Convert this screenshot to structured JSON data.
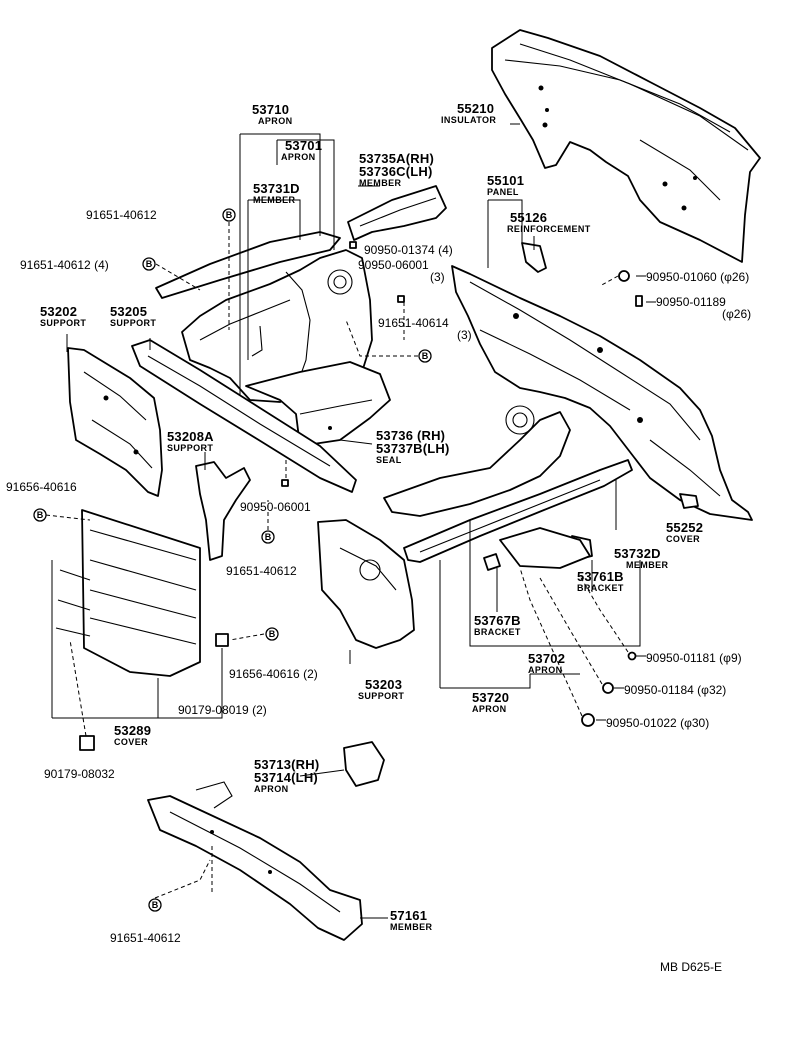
{
  "diagram": {
    "ref_code": "MB D625-E",
    "bolt_marker": "B",
    "labels": [
      {
        "id": "l55210",
        "pn": "55210",
        "name": "INSULATOR"
      },
      {
        "id": "l53710",
        "pn": "53710",
        "name": "APRON"
      },
      {
        "id": "l53701",
        "pn": "53701",
        "name": "APRON"
      },
      {
        "id": "l53735",
        "pn": "53735A(RH)",
        "pn2": "53736C(LH)",
        "name": "MEMBER"
      },
      {
        "id": "l53731",
        "pn": "53731D",
        "name": "MEMBER"
      },
      {
        "id": "l55101",
        "pn": "55101",
        "name": "PANEL"
      },
      {
        "id": "l55126",
        "pn": "55126",
        "name": "REINFORCEMENT"
      },
      {
        "id": "l91651a",
        "pn": "91651-40612"
      },
      {
        "id": "l90950a",
        "pn": "90950-01374 (4)"
      },
      {
        "id": "l90950b",
        "pn": "90950-06001",
        "pn2": "(3)"
      },
      {
        "id": "l90950c",
        "pn": "90950-01060 (φ26)"
      },
      {
        "id": "l90950d",
        "pn": "90950-01189",
        "pn2": "(φ26)"
      },
      {
        "id": "l91651b",
        "pn": "91651-40612 (4)"
      },
      {
        "id": "l53202",
        "pn": "53202",
        "name": "SUPPORT"
      },
      {
        "id": "l53205",
        "pn": "53205",
        "name": "SUPPORT"
      },
      {
        "id": "l91651c",
        "pn": "91651-40614",
        "pn2": "(3)"
      },
      {
        "id": "l53208",
        "pn": "53208A",
        "name": "SUPPORT"
      },
      {
        "id": "l53736",
        "pn": "53736 (RH)",
        "pn2": "53737B(LH)",
        "name": "SEAL"
      },
      {
        "id": "l91656a",
        "pn": "91656-40616"
      },
      {
        "id": "l90950e",
        "pn": "90950-06001"
      },
      {
        "id": "l55252",
        "pn": "55252",
        "name": "COVER"
      },
      {
        "id": "l53732",
        "pn": "53732D",
        "name": "MEMBER"
      },
      {
        "id": "l91651d",
        "pn": "91651-40612"
      },
      {
        "id": "l53761",
        "pn": "53761B",
        "name": "BRACKET"
      },
      {
        "id": "l53767",
        "pn": "53767B",
        "name": "BRACKET"
      },
      {
        "id": "l91656b",
        "pn": "91656-40616 (2)"
      },
      {
        "id": "l90950f",
        "pn": "90950-01181 (φ9)"
      },
      {
        "id": "l53702",
        "pn": "53702",
        "name": "APRON"
      },
      {
        "id": "l53203",
        "pn": "53203",
        "name": "SUPPORT"
      },
      {
        "id": "l90179a",
        "pn": "90179-08019 (2)"
      },
      {
        "id": "l90950g",
        "pn": "90950-01184 (φ32)"
      },
      {
        "id": "l53720",
        "pn": "53720",
        "name": "APRON"
      },
      {
        "id": "l53289",
        "pn": "53289",
        "name": "COVER"
      },
      {
        "id": "l90950h",
        "pn": "90950-01022 (φ30)"
      },
      {
        "id": "l90179b",
        "pn": "90179-08032"
      },
      {
        "id": "l53713",
        "pn": "53713(RH)",
        "pn2": "53714(LH)",
        "name": "APRON"
      },
      {
        "id": "l57161",
        "pn": "57161",
        "name": "MEMBER"
      },
      {
        "id": "l91651e",
        "pn": "91651-40612"
      }
    ]
  }
}
